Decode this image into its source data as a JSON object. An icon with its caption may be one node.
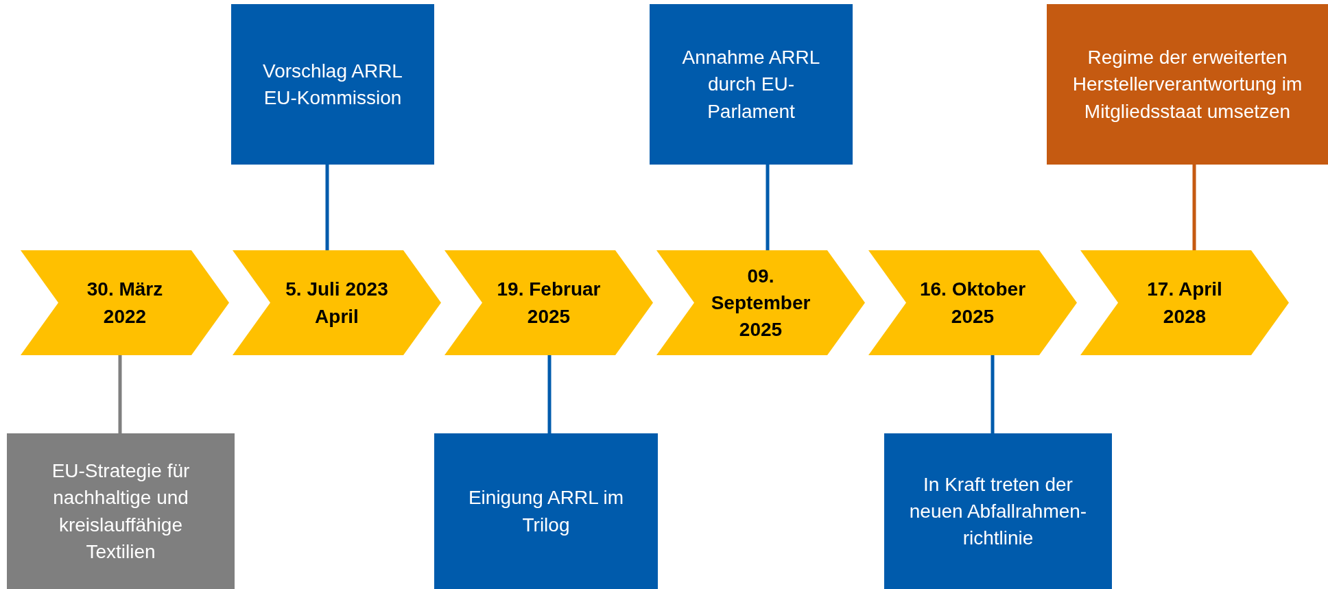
{
  "diagram": {
    "nodes": [
      {
        "text": [
          "30. März 2022"
        ]
      },
      {
        "text": [
          "5. Juli 2023 April"
        ]
      },
      {
        "text": [
          "19. Februar 2025"
        ]
      },
      {
        "text": [
          "09. September 2025"
        ]
      },
      {
        "text": [
          "16. Oktober 2025"
        ]
      },
      {
        "text": [
          "17. April 2028"
        ]
      },
      {
        "text": [
          "EU-Strategie für nachhaltige und kreislauffähige Textilien"
        ]
      },
      {
        "text": [
          "Vorschlag ARRL EU-Kommission"
        ]
      },
      {
        "text": [
          "Einigung ARRL im Trilog"
        ]
      },
      {
        "text": [
          "Annahme ARRL durch EU-Parlament"
        ]
      },
      {
        "text": [
          "In Kraft treten der neuen Abfallrahmen-richtlinie"
        ]
      },
      {
        "text": [
          "Regime der erweiterten Herstellerverantwortung im Mitgliedsstaat umsetzen"
        ]
      }
    ],
    "edges": [
      {
        "from": 6,
        "to": 0,
        "arrow": "none",
        "color": "#7f7f7f"
      },
      {
        "from": 7,
        "to": 1,
        "arrow": "none"
      },
      {
        "from": 8,
        "to": 2,
        "arrow": "none"
      },
      {
        "from": 9,
        "to": 3,
        "arrow": "none"
      },
      {
        "from": 10,
        "to": 4,
        "arrow": "none"
      },
      {
        "from": 11,
        "to": 5,
        "arrow": "none",
        "color": "#c55a11"
      }
    ]
  }
}
